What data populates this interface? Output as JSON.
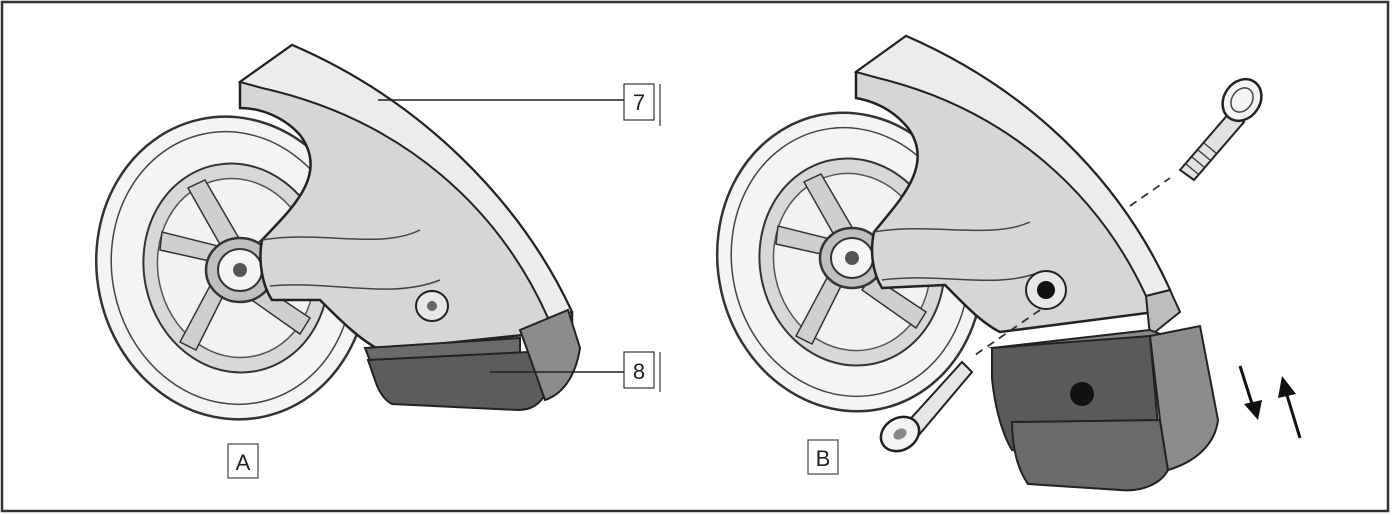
{
  "callouts": {
    "brake_shoe": "7",
    "brake_pad": "8"
  },
  "panels": {
    "left": "A",
    "right": "B"
  },
  "colors": {
    "frame": "#333333",
    "shoe_light": "#d4d4d4",
    "shoe_top": "#e9e9e9",
    "shoe_side": "#bdbdbd",
    "pad_dark": "#5a5a5a",
    "pad_mid": "#6e6e6e",
    "pad_side": "#8a8a8a",
    "wheel_fill": "#f4f4f4",
    "hub": "#bfbfbf"
  },
  "icons": [
    "bolt-icon",
    "arrow-down-icon",
    "arrow-up-icon"
  ]
}
